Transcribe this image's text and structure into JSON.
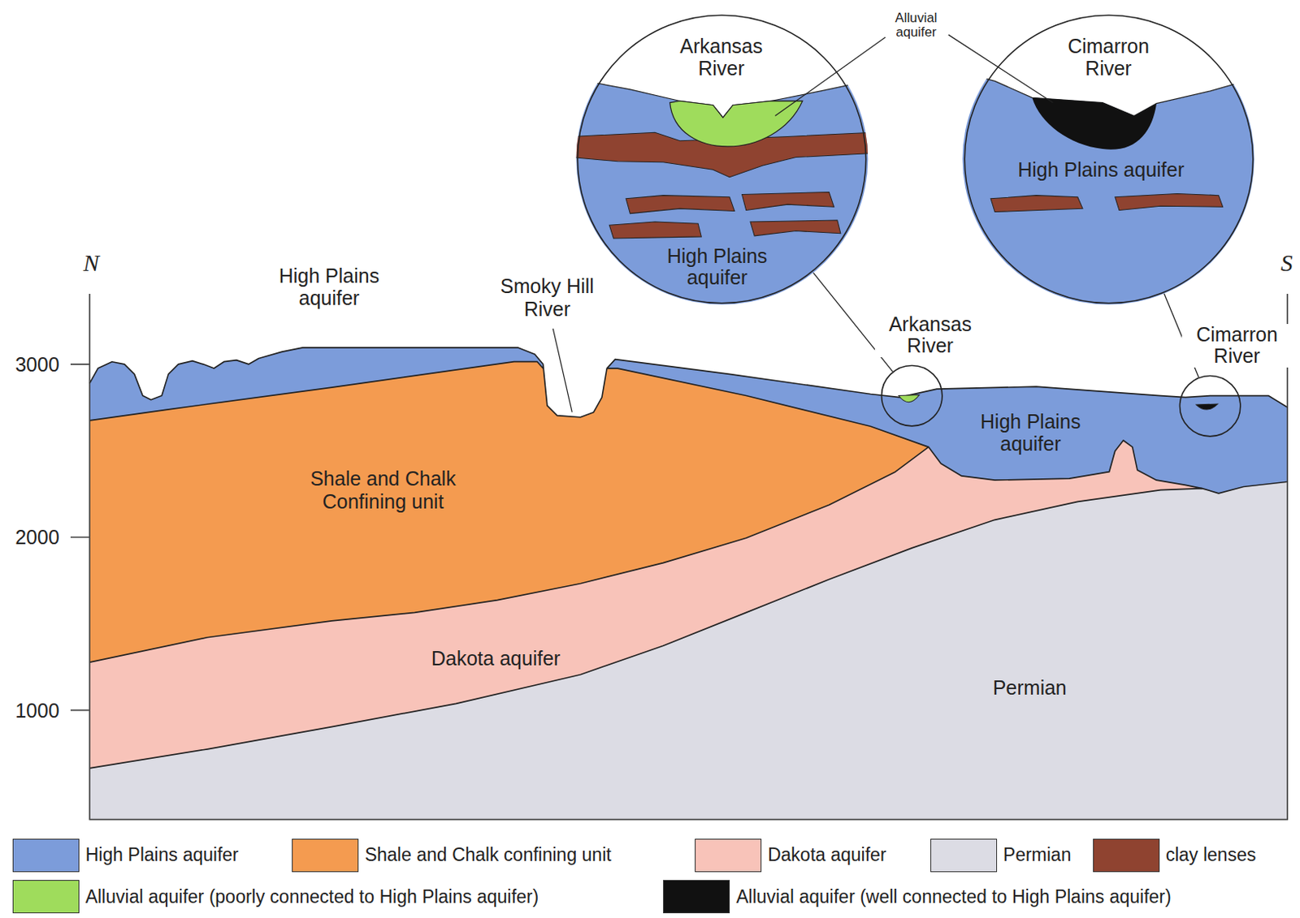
{
  "diagram": {
    "nodes": [
      {
        "text": [
          "Arkansas River",
          "High Plains aquifer"
        ]
      },
      {
        "text": [
          "Cimarron River",
          "High Plains aquifer"
        ]
      },
      {
        "text": [
          "Arkansas River"
        ]
      },
      {
        "text": [
          "Cimarron River"
        ]
      }
    ],
    "edges": [
      {
        "from": 2,
        "to": 0,
        "arrow": "none"
      },
      {
        "from": 3,
        "to": 1,
        "arrow": "none"
      }
    ],
    "labels": [
      "N",
      "S",
      "3000",
      "2000",
      "1000",
      "High Plains aquifer",
      "Smoky Hill River",
      "Shale and Chalk Confining unit",
      "Dakota aquifer",
      "Permian",
      "High Plains aquifer",
      "Alluvial aquifer"
    ],
    "legend": [
      {
        "text": "High Plains aquifer",
        "color": "#7c9cda"
      },
      {
        "text": "Shale and Chalk confining unit",
        "color": "#f49b50"
      },
      {
        "text": "Dakota aquifer",
        "color": "#f8c3b9"
      },
      {
        "text": "Permian",
        "color": "#dcdce4"
      },
      {
        "text": "clay lenses",
        "color": "#8f4330"
      },
      {
        "text": "Alluvial aquifer (poorly connected to High Plains aquifer)",
        "color": "#9fdc5c"
      },
      {
        "text": "Alluvial aquifer (well connected to High Plains aquifer)",
        "color": "#111111"
      }
    ]
  }
}
